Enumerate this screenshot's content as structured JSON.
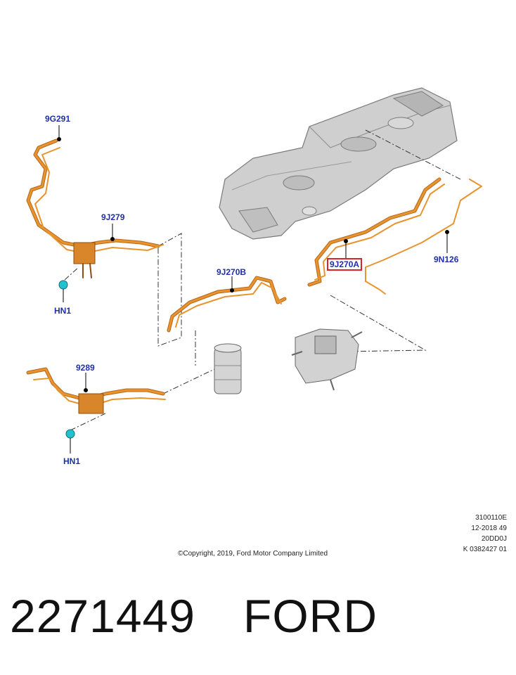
{
  "callouts": {
    "c9G291": "9G291",
    "c9J279": "9J279",
    "cHN1a": "HN1",
    "c9J270B": "9J270B",
    "c9J270A": "9J270A",
    "c9N126": "9N126",
    "c9289": "9289",
    "cHN1b": "HN1"
  },
  "meta_lines": [
    "3100110E",
    "12-2018 49",
    "20DD0J",
    "K 0382427 01"
  ],
  "copyright": "©Copyright, 2019, Ford Motor Company Limited",
  "part_number": "2271449",
  "brand": "FORD",
  "colors": {
    "pipe": "#e8942e",
    "pipe_dark": "#b8661a",
    "callout": "#1f2fa8",
    "highlight_border": "#d9242b",
    "tank": "#c9c9c9",
    "grommet": "#22c1cf"
  }
}
